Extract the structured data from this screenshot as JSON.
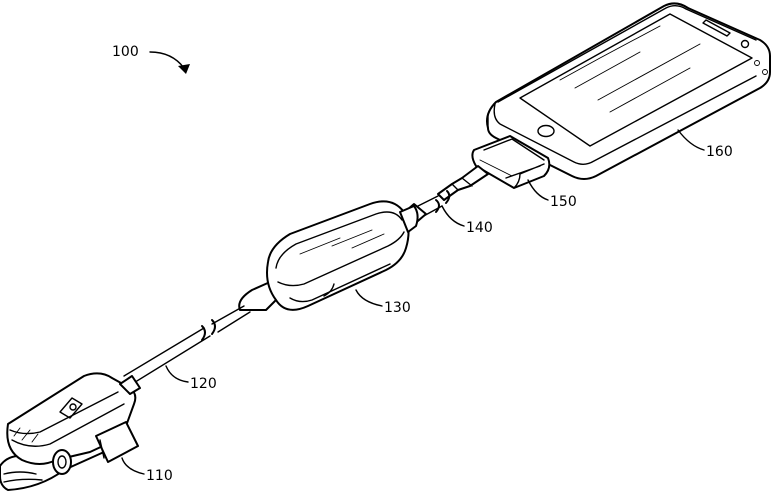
{
  "figure": {
    "labels": {
      "system": "100",
      "sensor_clip": "110",
      "sensor_cable": "120",
      "module": "130",
      "connector_cable": "140",
      "connector": "150",
      "smartphone": "160"
    }
  }
}
